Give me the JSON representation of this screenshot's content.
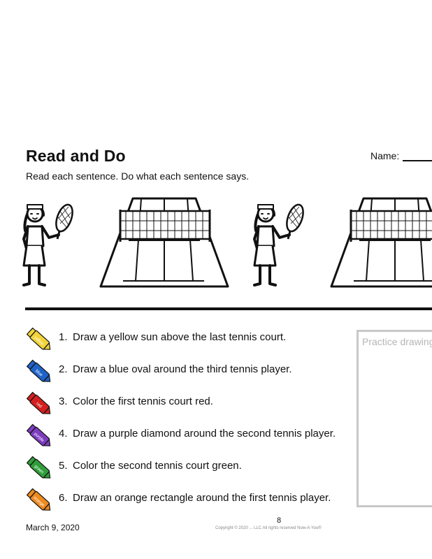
{
  "worksheet": {
    "title": "Read and Do",
    "instructions": "Read each sentence.  Do what each sentence says.",
    "name_label": "Name:"
  },
  "illustrations": [
    {
      "kind": "tennis-player",
      "icon": "tennis-player-icon"
    },
    {
      "kind": "tennis-court",
      "icon": "tennis-court-icon"
    },
    {
      "kind": "tennis-player",
      "icon": "tennis-player-icon"
    },
    {
      "kind": "tennis-court",
      "icon": "tennis-court-icon"
    }
  ],
  "tasks": [
    {
      "number": "1.",
      "text": "Draw a yellow sun above the last tennis court.",
      "crayon_label": "yellow",
      "crayon_color": "#f2d43a"
    },
    {
      "number": "2.",
      "text": "Draw a blue oval around the third tennis player.",
      "crayon_label": "blue",
      "crayon_color": "#1f63c7"
    },
    {
      "number": "3.",
      "text": "Color the first tennis court red.",
      "crayon_label": "red",
      "crayon_color": "#d42020"
    },
    {
      "number": "4.",
      "text": "Draw a purple diamond around the second tennis player.",
      "crayon_label": "purple",
      "crayon_color": "#7d3cc0"
    },
    {
      "number": "5.",
      "text": "Color the second tennis court green.",
      "crayon_label": "green",
      "crayon_color": "#2f9e3a"
    },
    {
      "number": "6.",
      "text": "Draw an orange rectangle around the first tennis player.",
      "crayon_label": "orange",
      "crayon_color": "#ee8a1f"
    }
  ],
  "practice": {
    "label": "Practice drawing"
  },
  "footer": {
    "date": "March 9, 2020",
    "page": "8",
    "copyright": "Copyright © 2020 ... LLC  All rights reserved  Now-A-You®"
  }
}
